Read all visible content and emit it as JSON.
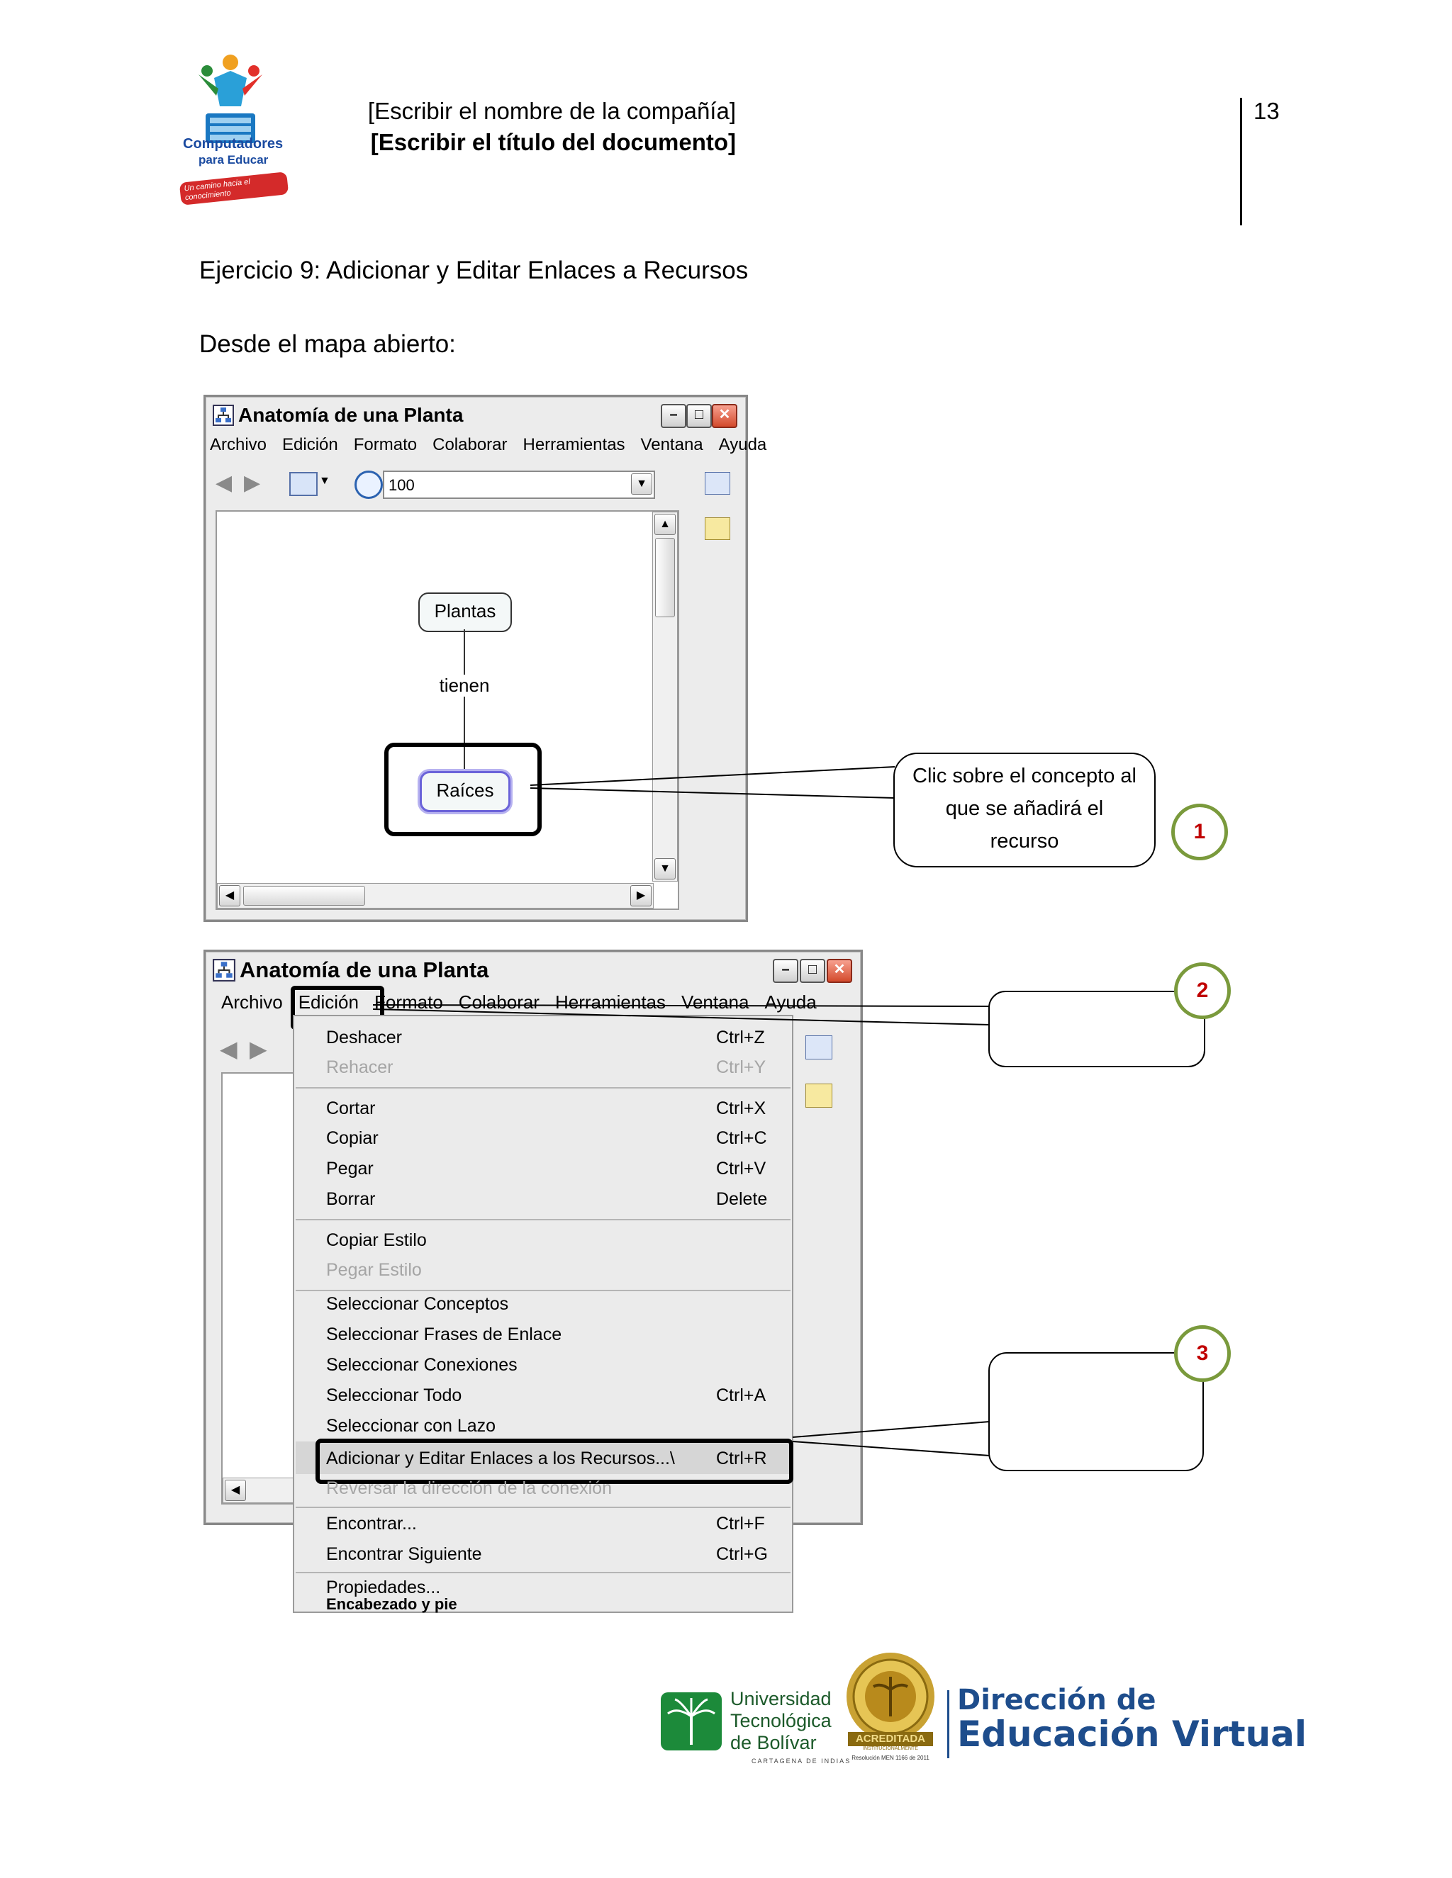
{
  "header": {
    "logo_text_1": "Computadores",
    "logo_text_2": "para Educar",
    "logo_slogan": "Un camino hacia el conocimiento",
    "company": "[Escribir el nombre de la compañía]",
    "doc_title": "[Escribir el título del documento]",
    "page_number": "13"
  },
  "content": {
    "exercise_title": "Ejercicio 9: Adicionar y Editar Enlaces a Recursos",
    "intro": "Desde el mapa abierto:"
  },
  "window1": {
    "title": "Anatomía de una Planta",
    "menu": [
      "Archivo",
      "Edición",
      "Formato",
      "Colaborar",
      "Herramientas",
      "Ventana",
      "Ayuda"
    ],
    "zoom_value": "100",
    "node_top": "Plantas",
    "link_phrase": "tienen",
    "node_bottom": "Raíces"
  },
  "callout1": {
    "text": "Clic sobre el concepto al que se añadirá el recurso",
    "step": "1"
  },
  "window2": {
    "title": "Anatomía de una Planta",
    "menu": [
      "Archivo",
      "Edición",
      "Formato",
      "Colaborar",
      "Herramientas",
      "Ventana",
      "Ayuda"
    ]
  },
  "edit_menu": {
    "items": [
      {
        "label": "Deshacer",
        "shortcut": "Ctrl+Z",
        "disabled": false
      },
      {
        "label": "Rehacer",
        "shortcut": "Ctrl+Y",
        "disabled": true
      },
      {
        "label": "Cortar",
        "shortcut": "Ctrl+X",
        "disabled": false
      },
      {
        "label": "Copiar",
        "shortcut": "Ctrl+C",
        "disabled": false
      },
      {
        "label": "Pegar",
        "shortcut": "Ctrl+V",
        "disabled": false
      },
      {
        "label": "Borrar",
        "shortcut": "Delete",
        "disabled": false
      },
      {
        "label": "Copiar Estilo",
        "shortcut": "",
        "disabled": false
      },
      {
        "label": "Pegar Estilo",
        "shortcut": "",
        "disabled": true
      },
      {
        "label": "Seleccionar Conceptos",
        "shortcut": "",
        "disabled": false
      },
      {
        "label": "Seleccionar Frases de Enlace",
        "shortcut": "",
        "disabled": false
      },
      {
        "label": "Seleccionar Conexiones",
        "shortcut": "",
        "disabled": false
      },
      {
        "label": "Seleccionar Todo",
        "shortcut": "Ctrl+A",
        "disabled": false
      },
      {
        "label": "Seleccionar con Lazo",
        "shortcut": "",
        "disabled": false
      },
      {
        "label": "Adicionar y Editar Enlaces a los Recursos...\\",
        "shortcut": "Ctrl+R",
        "disabled": false
      },
      {
        "label": "Reversar la dirección de la conexión",
        "shortcut": "",
        "disabled": true
      },
      {
        "label": "Encontrar...",
        "shortcut": "Ctrl+F",
        "disabled": false
      },
      {
        "label": "Encontrar Siguiente",
        "shortcut": "Ctrl+G",
        "disabled": false
      },
      {
        "label": "Propiedades...",
        "shortcut": "",
        "disabled": false
      },
      {
        "label": "Encabezado y pie",
        "shortcut": "",
        "disabled": false
      }
    ]
  },
  "steps": {
    "step2": "2",
    "step3": "3"
  },
  "footer": {
    "utb_line1": "Universidad",
    "utb_line2": "Tecnológica",
    "utb_line3": "de Bolívar",
    "utb_city": "CARTAGENA DE INDIAS",
    "seal_text": "ACREDITADA",
    "seal_subtext": "INSTITUCIONALMENTE",
    "seal_resolution": "Resolución MEN 1166 de 2011",
    "dev_line1": "Dirección de",
    "dev_line2": "Educación Virtual"
  },
  "colors": {
    "step_circle_border": "#7a9a3c",
    "step_number": "#c00000",
    "brand_blue": "#1e4d8c",
    "utb_green": "#1c5a2a",
    "node_highlight": "#6b63d9"
  }
}
